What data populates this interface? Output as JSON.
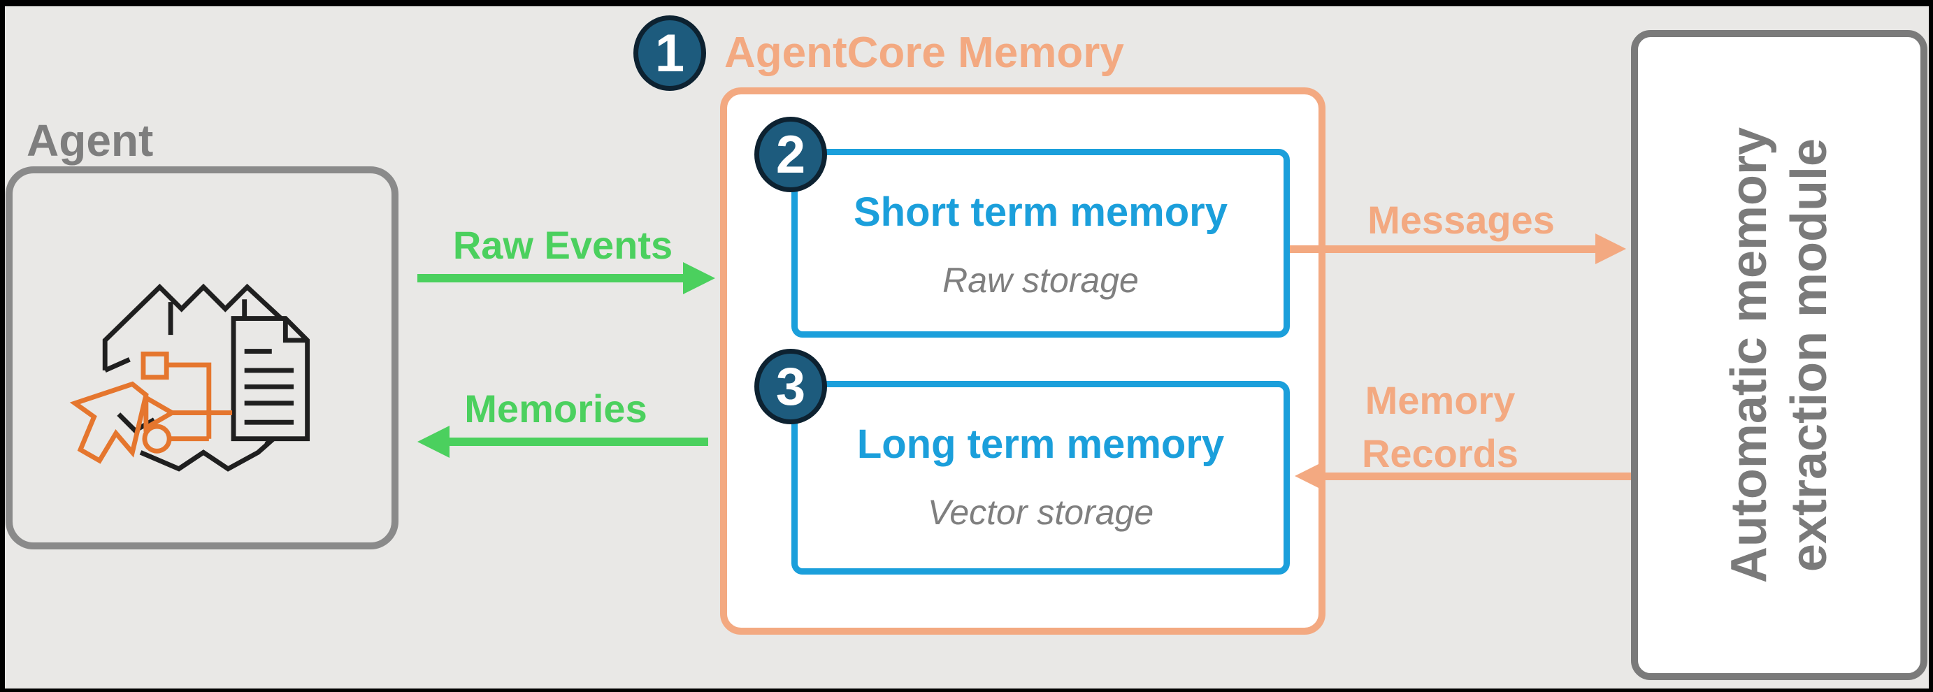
{
  "colors": {
    "frame": "#000000",
    "background": "#e9e8e6",
    "panel_white": "#ffffff",
    "salmon": "#f3a981",
    "green": "#4bd05e",
    "blue": "#1b9fdb",
    "badge_fill": "#1d5b7d",
    "badge_border": "#0d2231",
    "gray_text": "#7f7f7f",
    "gray_border": "#8a8a8a",
    "module_border": "#7a7a7a",
    "icon_black": "#1f1f1f",
    "icon_orange": "#e5762e"
  },
  "agent": {
    "label": "Agent",
    "icon": "bedrock-agent-icon"
  },
  "agentcore": {
    "badge": "1",
    "title": "AgentCore Memory",
    "short_term": {
      "badge": "2",
      "title": "Short term memory",
      "subtitle": "Raw storage"
    },
    "long_term": {
      "badge": "3",
      "title": "Long term memory",
      "subtitle": "Vector storage"
    }
  },
  "flows": {
    "raw_events": {
      "label": "Raw Events",
      "direction": "right"
    },
    "memories": {
      "label": "Memories",
      "direction": "left"
    },
    "messages": {
      "label": "Messages",
      "direction": "right"
    },
    "memory_records": {
      "label_line1": "Memory",
      "label_line2": "Records",
      "direction": "left"
    }
  },
  "extraction_module": {
    "line1": "Automatic memory",
    "line2": "extraction module"
  }
}
